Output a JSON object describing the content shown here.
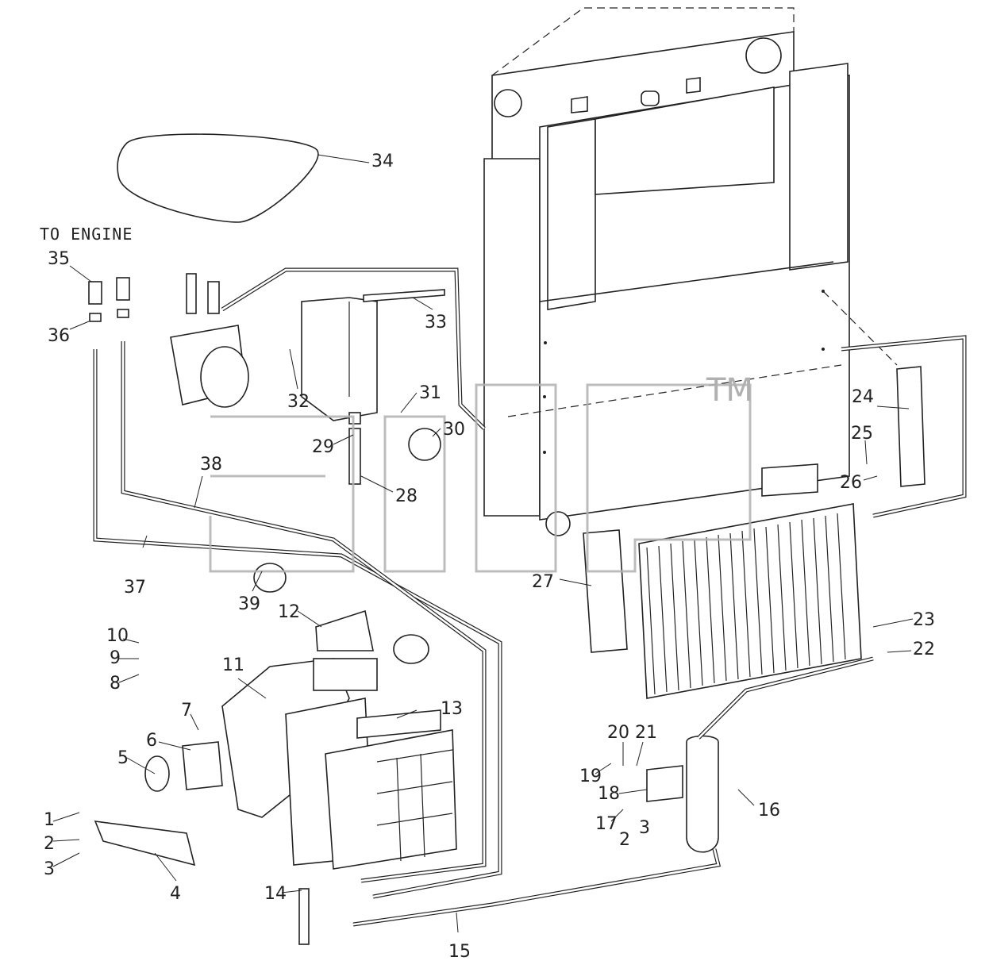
{
  "diagram": {
    "caption": "TO ENGINE",
    "watermark": "TM",
    "callouts": [
      "1",
      "2",
      "3",
      "4",
      "5",
      "6",
      "7",
      "8",
      "9",
      "10",
      "11",
      "12",
      "13",
      "14",
      "15",
      "16",
      "17",
      "18",
      "19",
      "20",
      "21",
      "22",
      "23",
      "24",
      "25",
      "26",
      "27",
      "28",
      "29",
      "30",
      "31",
      "32",
      "33",
      "34",
      "35",
      "36",
      "37",
      "38",
      "39"
    ],
    "extra_callouts": [
      "2",
      "3"
    ]
  },
  "colors": {
    "line": "#222222",
    "background": "#ffffff",
    "watermark": "#b0b0b0"
  }
}
